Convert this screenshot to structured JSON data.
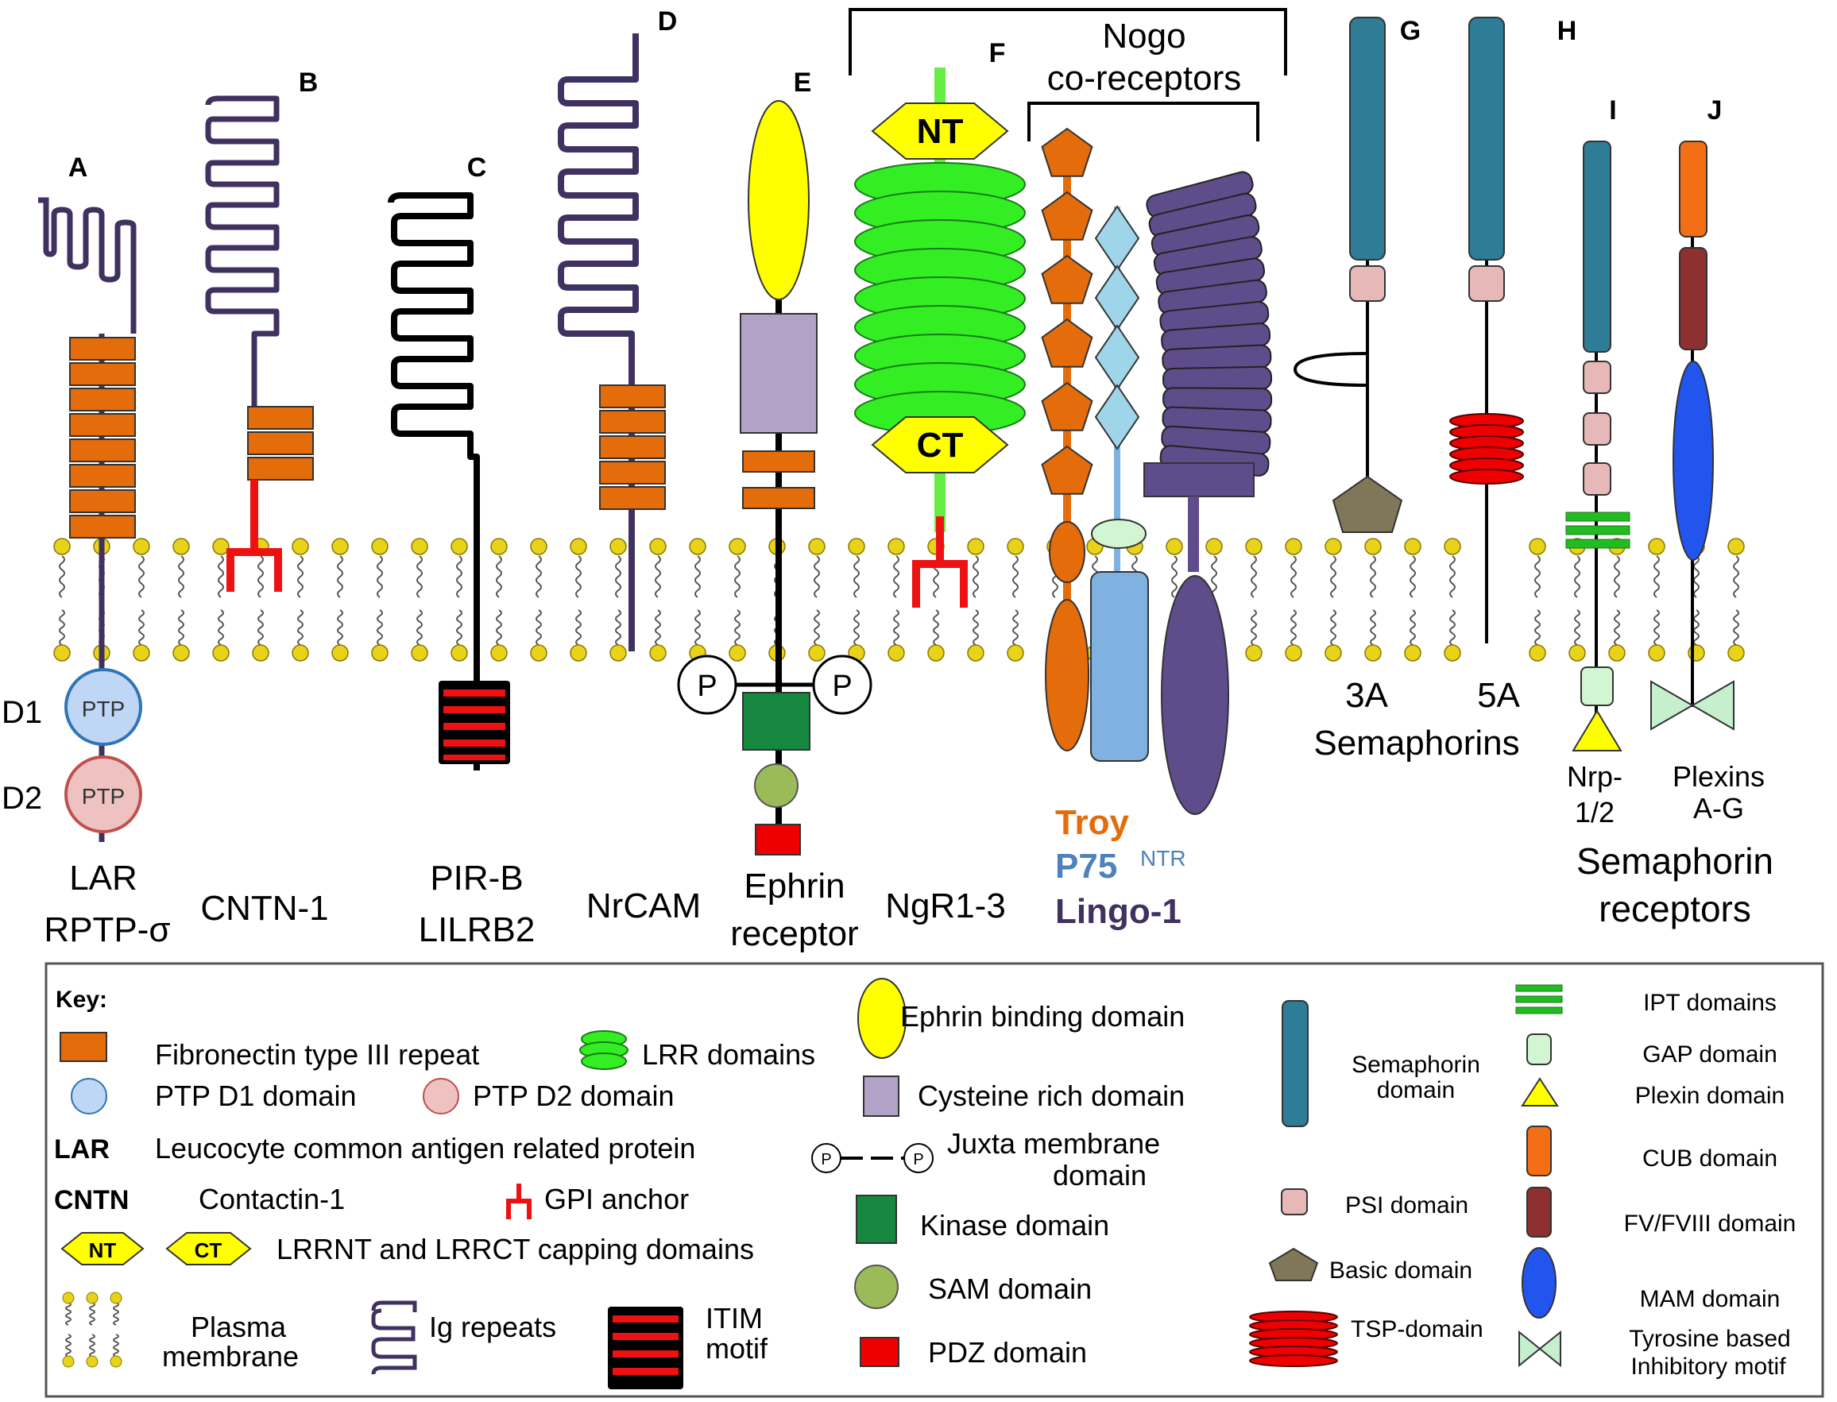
{
  "colors": {
    "fn3": "#E46C0A",
    "ig": "#3F3160",
    "lrr": "#33EE22",
    "ntct": "#FFFF00",
    "gpi": "#EE1111",
    "ephrin_binding": "#FFFF00",
    "cysteine": "#B3A2C7",
    "kinase": "#15873F",
    "sam": "#9BBB59",
    "pdz": "#EE0000",
    "troy": "#E46C0A",
    "p75": "#7FB2E0",
    "p75_text": "#4F81BD",
    "lingo": "#5F4C8A",
    "sema": "#2E7C95",
    "psi": "#E6B9B8",
    "basic": "#7F7757",
    "tsp": "#EE0000",
    "ipt": "#22BB22",
    "gap": "#D2F5D2",
    "plexin": "#FFFF00",
    "cub": "#F46E16",
    "fv": "#8E3030",
    "mam": "#2255EE",
    "itim": "#EE1111",
    "tyr": "#C6EFCE",
    "lipid": "#E8D21A"
  },
  "letters": {
    "a": "A",
    "b": "B",
    "c": "C",
    "d": "D",
    "e": "E",
    "f": "F",
    "g": "G",
    "h": "H",
    "i": "I",
    "j": "J"
  },
  "receptors": {
    "lar_1": "LAR",
    "lar_2": "RPTP-σ",
    "cntn": "CNTN-1",
    "pirb_1": "PIR-B",
    "pirb_2": "LILRB2",
    "nrcam": "NrCAM",
    "ephrin_1": "Ephrin",
    "ephrin_2": "receptor",
    "ngr": "NgR1-3",
    "nogo_1": "Nogo",
    "nogo_2": "co-receptors",
    "troy": "Troy",
    "p75": "P75",
    "p75_sup": "NTR",
    "lingo": "Lingo-1",
    "sema_3a": "3A",
    "sema_5a": "5A",
    "semaphorins": "Semaphorins",
    "nrp_1": "Nrp-",
    "nrp_2": "1/2",
    "plexins_1": "Plexins",
    "plexins_2": "A-G",
    "semarec_1": "Semaphorin",
    "semarec_2": "receptors"
  },
  "domain_labels": {
    "ptp": "PTP",
    "d1": "D1",
    "d2": "D2",
    "nt": "NT",
    "ct": "CT",
    "p": "P"
  },
  "key": {
    "title": "Key:",
    "fn3": "Fibronectin type III repeat",
    "lrr": "LRR domains",
    "ptp_d1": "PTP D1 domain",
    "ptp_d2": "PTP D2 domain",
    "lar_abbr": "LAR",
    "lar_text": "Leucocyte common antigen related protein",
    "cntn_abbr": "CNTN",
    "cntn_text": "Contactin-1",
    "gpi": "GPI anchor",
    "capping": "LRRNT  and LRRCT capping domains",
    "plasma_1": "Plasma",
    "plasma_2": "membrane",
    "ig": "Ig repeats",
    "itim_1": "ITIM",
    "itim_2": "motif",
    "ephrin_binding": "Ephrin binding domain",
    "cysteine": "Cysteine rich domain",
    "juxta_1": "Juxta membrane",
    "juxta_2": "domain",
    "kinase": "Kinase domain",
    "sam": "SAM domain",
    "pdz": "PDZ domain",
    "sema_1": "Semaphorin",
    "sema_2": "domain",
    "psi": "PSI domain",
    "basic": "Basic domain",
    "tsp": "TSP-domain",
    "ipt": "IPT domains",
    "gap": "GAP domain",
    "plexin": "Plexin domain",
    "cub": "CUB domain",
    "fv": "FV/FVIII domain",
    "mam": "MAM domain",
    "tyr_1": "Tyrosine based",
    "tyr_2": "Inhibitory motif"
  }
}
